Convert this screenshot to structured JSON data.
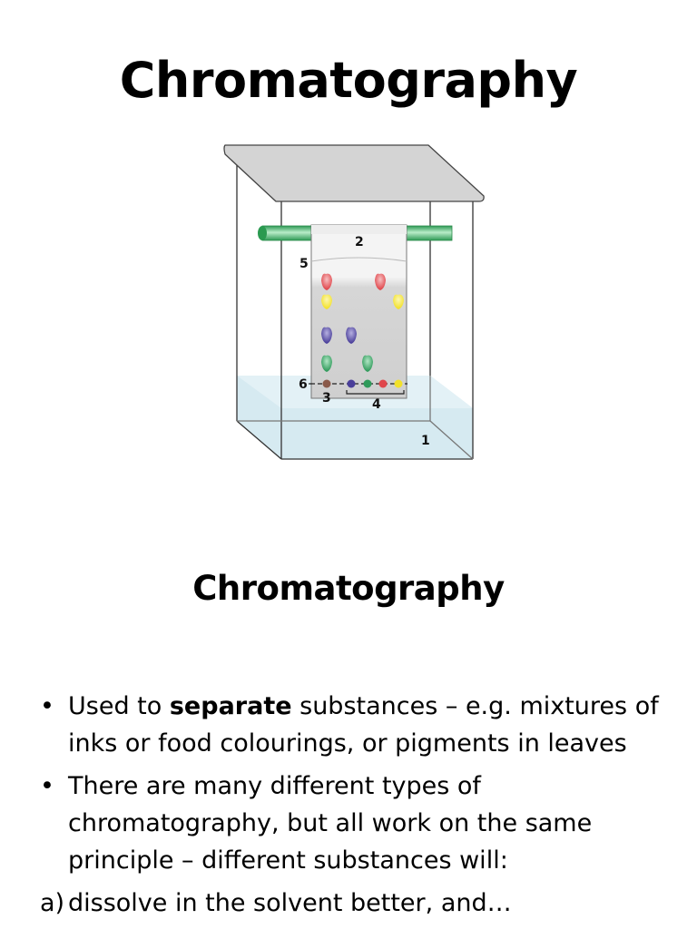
{
  "slide": {
    "title": "Chromatography"
  },
  "diagram": {
    "labels": {
      "tank": "1",
      "paper": "2",
      "spot": "3",
      "mixtures": "4",
      "solvent_front": "5",
      "start_line": "6"
    },
    "colors": {
      "red": "#e0474c",
      "yellow": "#f2e12a",
      "blue": "#4a3f9a",
      "green": "#2f9a5a",
      "brown": "#8a5a4a",
      "rod": "#3aba6a",
      "lid": "#d4d4d4",
      "solvent": "#cfe6ef"
    }
  },
  "section": {
    "title": "Chromatography",
    "bullets": [
      {
        "pre": "Used to ",
        "bold": "separate",
        "post": " substances – e.g. mixtures of inks or food colourings, or pigments in leaves"
      },
      {
        "text": "There are many different types of chromatography, but all work on the same principle – different substances will:"
      }
    ],
    "enum": {
      "label": "a)",
      "text": "dissolve in the solvent better, and…"
    }
  }
}
